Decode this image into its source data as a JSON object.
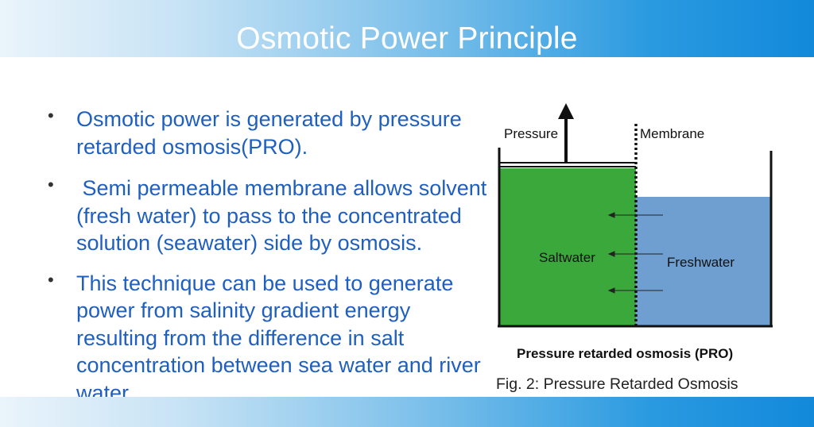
{
  "slide": {
    "title": "Osmotic Power Principle",
    "bullets": [
      "Osmotic power is generated by pressure retarded osmosis(PRO).",
      " Semi permeable membrane allows solvent (fresh water) to pass to the concentrated solution (seawater) side by osmosis.",
      "This technique can be used to generate power from salinity gradient energy resulting from the difference in salt concentration between sea water and river water"
    ]
  },
  "figure": {
    "labels": {
      "pressure": "Pressure",
      "membrane": "Membrane",
      "saltwater": "Saltwater",
      "freshwater": "Freshwater",
      "diagram_title": "Pressure retarded osmosis (PRO)"
    },
    "caption": "Fig. 2: Pressure Retarded Osmosis",
    "colors": {
      "saltwater": "#3aa83a",
      "freshwater": "#6f9fd0"
    }
  }
}
